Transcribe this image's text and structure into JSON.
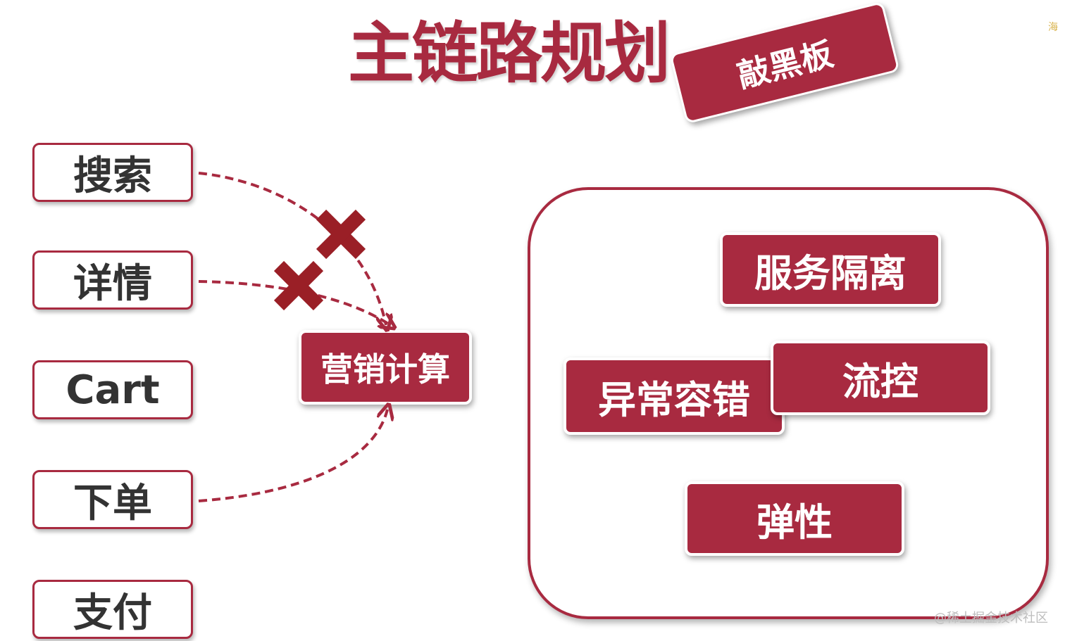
{
  "title": "主链路规划",
  "badge": "敲黑板",
  "sources": [
    {
      "id": "search",
      "label": "搜索"
    },
    {
      "id": "detail",
      "label": "详情"
    },
    {
      "id": "cart",
      "label": "Cart"
    },
    {
      "id": "order",
      "label": "下单"
    },
    {
      "id": "pay",
      "label": "支付"
    }
  ],
  "center_node": "营销计算",
  "panel_items": {
    "isolation": "服务隔离",
    "fault_tolerance": "异常容错",
    "flow_control": "流控",
    "elasticity": "弹性"
  },
  "corner_text": "海",
  "watermark": "@稀土掘金技术社区",
  "colors": {
    "primary": "#a82a40",
    "cross": "#9a1f26",
    "text_dark": "#333333"
  }
}
